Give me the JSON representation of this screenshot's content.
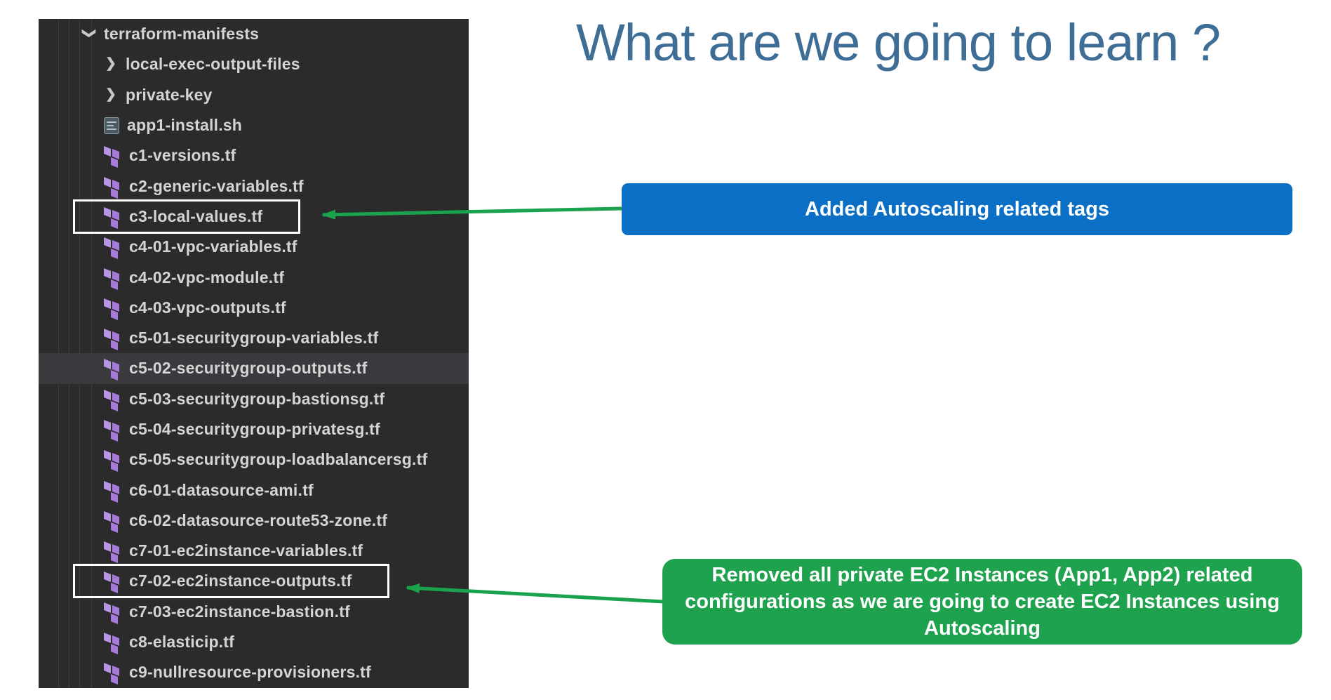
{
  "title": "What are we going to learn ?",
  "colors": {
    "title_text": "#3E6E96",
    "panel_background": "#2B2B2C",
    "panel_row_highlight": "#39393E",
    "panel_text": "#D4D4D4",
    "indent_guide": "#3E3E40",
    "terraform_icon_light": "#B794E4",
    "terraform_icon_dark": "#A57AD8",
    "blue_callout": "#0B70C5",
    "green_callout": "#1EA24E",
    "arrow_green": "#1AA24C",
    "selection_box_border": "#FFFFFF",
    "callout_text": "#FFFFFF"
  },
  "explorer": {
    "root": "terraform-manifests",
    "items": [
      {
        "label": "local-exec-output-files",
        "type": "folder"
      },
      {
        "label": "private-key",
        "type": "folder"
      },
      {
        "label": "app1-install.sh",
        "type": "shell"
      },
      {
        "label": "c1-versions.tf",
        "type": "terraform"
      },
      {
        "label": "c2-generic-variables.tf",
        "type": "terraform"
      },
      {
        "label": "c3-local-values.tf",
        "type": "terraform",
        "boxed": true
      },
      {
        "label": "c4-01-vpc-variables.tf",
        "type": "terraform"
      },
      {
        "label": "c4-02-vpc-module.tf",
        "type": "terraform"
      },
      {
        "label": "c4-03-vpc-outputs.tf",
        "type": "terraform"
      },
      {
        "label": "c5-01-securitygroup-variables.tf",
        "type": "terraform"
      },
      {
        "label": "c5-02-securitygroup-outputs.tf",
        "type": "terraform",
        "highlighted": true
      },
      {
        "label": "c5-03-securitygroup-bastionsg.tf",
        "type": "terraform"
      },
      {
        "label": "c5-04-securitygroup-privatesg.tf",
        "type": "terraform"
      },
      {
        "label": "c5-05-securitygroup-loadbalancersg.tf",
        "type": "terraform"
      },
      {
        "label": "c6-01-datasource-ami.tf",
        "type": "terraform"
      },
      {
        "label": "c6-02-datasource-route53-zone.tf",
        "type": "terraform"
      },
      {
        "label": "c7-01-ec2instance-variables.tf",
        "type": "terraform"
      },
      {
        "label": "c7-02-ec2instance-outputs.tf",
        "type": "terraform",
        "boxed": true
      },
      {
        "label": "c7-03-ec2instance-bastion.tf",
        "type": "terraform"
      },
      {
        "label": "c8-elasticip.tf",
        "type": "terraform"
      },
      {
        "label": "c9-nullresource-provisioners.tf",
        "type": "terraform"
      }
    ]
  },
  "callouts": {
    "blue": {
      "text": "Added Autoscaling related tags"
    },
    "green": {
      "text": "Removed all private EC2 Instances (App1, App2) related configurations as we are going to create EC2 Instances using Autoscaling"
    }
  }
}
